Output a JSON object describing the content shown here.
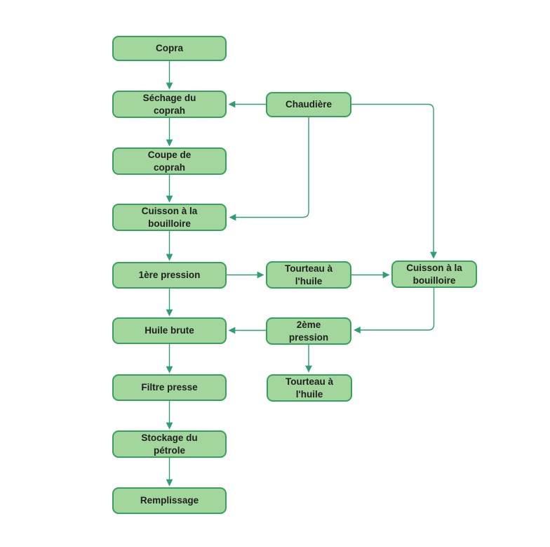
{
  "diagram": {
    "colors": {
      "node_fill": "#a2d69c",
      "node_border": "#38a05e",
      "connector": "#2f9e74",
      "text": "#1f1f1f",
      "background": "#ffffff"
    },
    "nodes": [
      {
        "id": "copra",
        "label": "Copra"
      },
      {
        "id": "sechage-du-coprah",
        "label": "Séchage du\ncoprah"
      },
      {
        "id": "coupe-de-coprah",
        "label": "Coupe de\ncoprah"
      },
      {
        "id": "cuisson-a-la-bouilloire-1",
        "label": "Cuisson à la\nbouilloire"
      },
      {
        "id": "1ere-pression",
        "label": "1ère pression"
      },
      {
        "id": "huile-brute",
        "label": "Huile brute"
      },
      {
        "id": "filtre-presse",
        "label": "Filtre presse"
      },
      {
        "id": "stockage-du-petrole",
        "label": "Stockage du\npétrole"
      },
      {
        "id": "remplissage",
        "label": "Remplissage"
      },
      {
        "id": "chaudiere",
        "label": "Chaudière"
      },
      {
        "id": "tourteau-a-l-huile-1",
        "label": "Tourteau à\nl'huile"
      },
      {
        "id": "2eme-pression",
        "label": "2ème\npression"
      },
      {
        "id": "tourteau-a-l-huile-2",
        "label": "Tourteau à\nl'huile"
      },
      {
        "id": "cuisson-a-la-bouilloire-2",
        "label": "Cuisson à la\nbouilloire"
      }
    ],
    "edges": [
      {
        "from": "copra",
        "to": "sechage-du-coprah"
      },
      {
        "from": "sechage-du-coprah",
        "to": "coupe-de-coprah"
      },
      {
        "from": "coupe-de-coprah",
        "to": "cuisson-a-la-bouilloire-1"
      },
      {
        "from": "cuisson-a-la-bouilloire-1",
        "to": "1ere-pression"
      },
      {
        "from": "1ere-pression",
        "to": "huile-brute"
      },
      {
        "from": "huile-brute",
        "to": "filtre-presse"
      },
      {
        "from": "filtre-presse",
        "to": "stockage-du-petrole"
      },
      {
        "from": "stockage-du-petrole",
        "to": "remplissage"
      },
      {
        "from": "chaudiere",
        "to": "sechage-du-coprah"
      },
      {
        "from": "chaudiere",
        "to": "cuisson-a-la-bouilloire-1"
      },
      {
        "from": "chaudiere",
        "to": "cuisson-a-la-bouilloire-2"
      },
      {
        "from": "1ere-pression",
        "to": "tourteau-a-l-huile-1"
      },
      {
        "from": "tourteau-a-l-huile-1",
        "to": "cuisson-a-la-bouilloire-2"
      },
      {
        "from": "cuisson-a-la-bouilloire-2",
        "to": "2eme-pression"
      },
      {
        "from": "2eme-pression",
        "to": "huile-brute"
      },
      {
        "from": "2eme-pression",
        "to": "tourteau-a-l-huile-2"
      }
    ]
  }
}
